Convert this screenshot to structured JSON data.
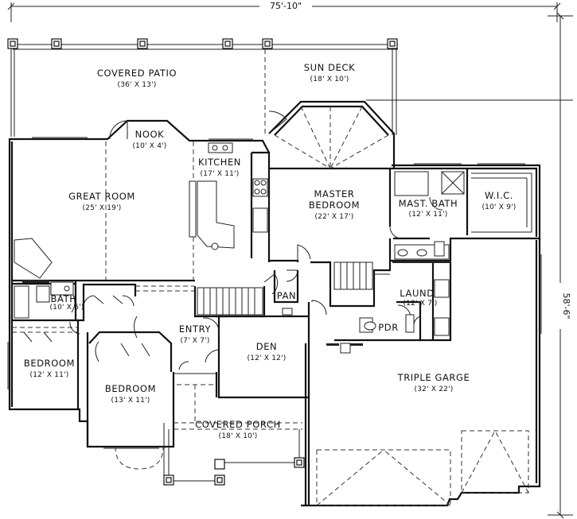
{
  "dimensions": {
    "width": "75'-10\"",
    "depth": "58'-6\""
  },
  "rooms": {
    "covered_patio": {
      "name": "COVERED PATIO",
      "size": "(36' X 13')"
    },
    "sun_deck": {
      "name": "SUN DECK",
      "size": "(18' X 10')"
    },
    "nook": {
      "name": "NOOK",
      "size": "(10' X 4')"
    },
    "kitchen": {
      "name": "KITCHEN",
      "size": "(17' X 11')"
    },
    "great_room": {
      "name": "GREAT ROOM",
      "size": "(25' X 19')"
    },
    "master_bedroom": {
      "name": "MASTER",
      "name2": "BEDROOM",
      "size": "(22' X 17')"
    },
    "mast_bath": {
      "name": "MAST. BATH",
      "size": "(12' X 11')"
    },
    "wic": {
      "name": "W.I.C.",
      "size": "(10' X 9')"
    },
    "bath": {
      "name": "BATH",
      "size": "(10' X 5')"
    },
    "pan": {
      "name": "PAN"
    },
    "laund": {
      "name": "LAUND",
      "size": "(12' X 7')"
    },
    "pdr": {
      "name": "PDR"
    },
    "entry": {
      "name": "ENTRY",
      "size": "(7' X 7')"
    },
    "den": {
      "name": "DEN",
      "size": "(12' X 12')"
    },
    "bedroom_left": {
      "name": "BEDROOM",
      "size": "(12' X 11')"
    },
    "bedroom_mid": {
      "name": "BEDROOM",
      "size": "(13' X 11')"
    },
    "covered_porch": {
      "name": "COVERED PORCH",
      "size": "(18' X 10')"
    },
    "triple_garage": {
      "name": "TRIPLE GARGE",
      "size": "(32' X 22')"
    }
  }
}
